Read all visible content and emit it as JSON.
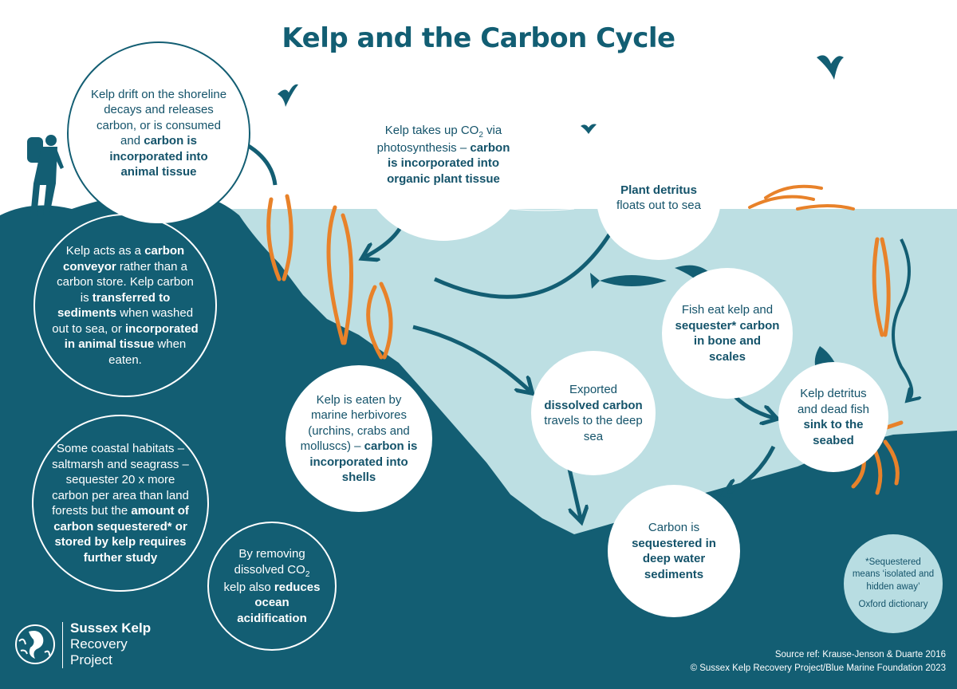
{
  "title": "Kelp and the Carbon Cycle",
  "bubbles": {
    "shoreline": {
      "text_1": "Kelp drift on the shoreline decays and releases carbon, or is consumed and ",
      "bold_1": "carbon is incorporated into animal tissue"
    },
    "photosynthesis": {
      "text_1": "Kelp takes up CO",
      "sub_1": "2",
      "text_2": " via photosynthesis – ",
      "bold_1": "carbon is incorporated into organic plant tissue"
    },
    "detritus": {
      "bold_1": "Plant detritus",
      "text_1": " floats out to sea"
    },
    "conveyor": {
      "text_1": "Kelp acts as a ",
      "bold_1": "carbon conveyor",
      "text_2": " rather than a carbon store. Kelp carbon is ",
      "bold_2": "transferred to sediments",
      "text_3": " when washed out to sea, or ",
      "bold_3": "incorporated in animal tissue",
      "text_4": " when eaten."
    },
    "fish": {
      "text_1": "Fish eat kelp and ",
      "bold_1": "sequester*",
      "text_2": " ",
      "bold_2": "carbon in bone and scales"
    },
    "herbivores": {
      "text_1": "Kelp is eaten by marine herbivores (urchins, crabs and molluscs) – ",
      "bold_1": "carbon is incorporated into shells"
    },
    "dissolved": {
      "text_1": "Exported ",
      "bold_1": "dissolved carbon",
      "text_2": " travels to the deep sea"
    },
    "sink": {
      "text_1": "Kelp detritus and dead fish ",
      "bold_1": "sink to the seabed"
    },
    "habitats": {
      "text_1": "Some coastal habitats – saltmarsh and seagrass – sequester 20 x more carbon per area than land forests but the ",
      "bold_1": "amount of carbon sequestered* or stored by kelp requires further study"
    },
    "acidification": {
      "text_1": "By removing dissolved CO",
      "sub_1": "2",
      "text_2": " kelp also ",
      "bold_1": "reduces ocean acidification"
    },
    "sediments": {
      "text_1": "Carbon is ",
      "bold_1": "sequestered in deep water sediments"
    },
    "footnote": {
      "text_1": "*Sequestered means ‘isolated and hidden away’",
      "text_2": "Oxford dictionary"
    }
  },
  "logo": {
    "line_1": "Sussex Kelp",
    "line_2": "Recovery",
    "line_3": "Project"
  },
  "source": {
    "line_1": "Source ref: Krause-Jenson & Duarte 2016",
    "line_2": "© Sussex Kelp Recovery Project/Blue Marine Foundation 2023"
  },
  "colors": {
    "deep_teal": "#135e73",
    "shallow_water": "#bddfe3",
    "kelp_orange": "#e8822a",
    "sky": "#ffffff"
  }
}
